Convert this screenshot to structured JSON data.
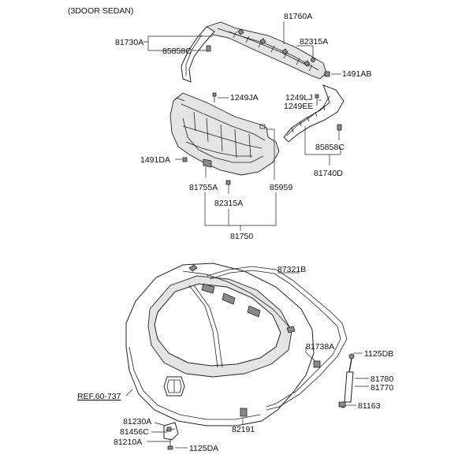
{
  "header": {
    "note": "(3DOOR SEDAN)"
  },
  "labels": {
    "p81760A": "81760A",
    "p81730A": "81730A",
    "p85858C_top": "85858C",
    "p82315A_top": "82315A",
    "p1491AB": "1491AB",
    "p1249JA": "1249JA",
    "p1249LJ": "1249LJ",
    "p1249EE": "1249EE",
    "p85858C_right": "85858C",
    "p1491DA": "1491DA",
    "p81740D": "81740D",
    "p81755A": "81755A",
    "p85959": "85959",
    "p82315A_bottom": "82315A",
    "p81750": "81750",
    "p87321B": "87321B",
    "p81738A": "81738A",
    "p1125DB": "1125DB",
    "pREF": "REF.60-737",
    "p81780": "81780",
    "p81770": "81770",
    "p81163": "81163",
    "p81230A": "81230A",
    "p81456C": "81456C",
    "p82191": "82191",
    "p81210A": "81210A",
    "p1125DA": "1125DA"
  }
}
